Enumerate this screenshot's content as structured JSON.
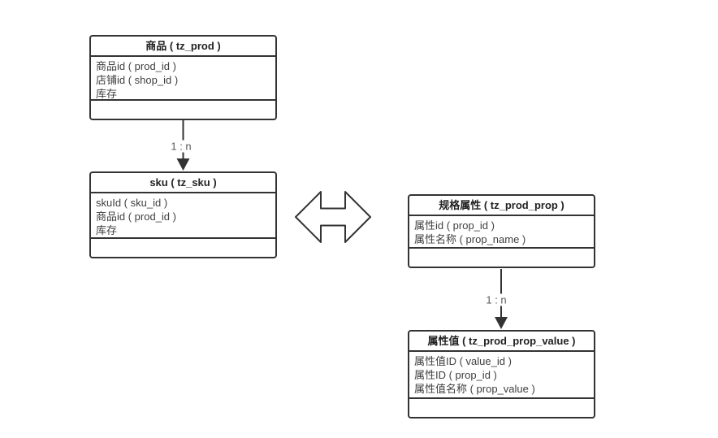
{
  "colors": {
    "stroke": "#333333",
    "title_text": "#222222",
    "field_text": "#3f3f3f",
    "label_text": "#595959",
    "background": "#ffffff"
  },
  "tables": [
    {
      "name": "tz_prod",
      "title": "商品 ( tz_prod )",
      "fields": [
        "商品id ( prod_id )",
        "店铺id ( shop_id )",
        "库存"
      ]
    },
    {
      "name": "tz_sku",
      "title": "sku ( tz_sku )",
      "fields": [
        "skuId ( sku_id )",
        "商品id ( prod_id )",
        "库存"
      ]
    },
    {
      "name": "tz_prod_prop",
      "title": "规格属性 ( tz_prod_prop )",
      "fields": [
        "属性id ( prop_id )",
        "属性名称 ( prop_name )"
      ]
    },
    {
      "name": "tz_prod_prop_value",
      "title": "属性值 ( tz_prod_prop_value )",
      "fields": [
        "属性值ID ( value_id )",
        "属性ID ( prop_id )",
        "属性值名称 ( prop_value )"
      ]
    }
  ],
  "connectors": [
    {
      "type": "arrow",
      "from": "tz_prod",
      "to": "tz_sku",
      "label": "1 : n"
    },
    {
      "type": "arrow",
      "from": "tz_prod_prop",
      "to": "tz_prod_prop_value",
      "label": "1 : n"
    },
    {
      "type": "double-arrow",
      "between": [
        "tz_sku",
        "tz_prod_prop"
      ]
    }
  ]
}
